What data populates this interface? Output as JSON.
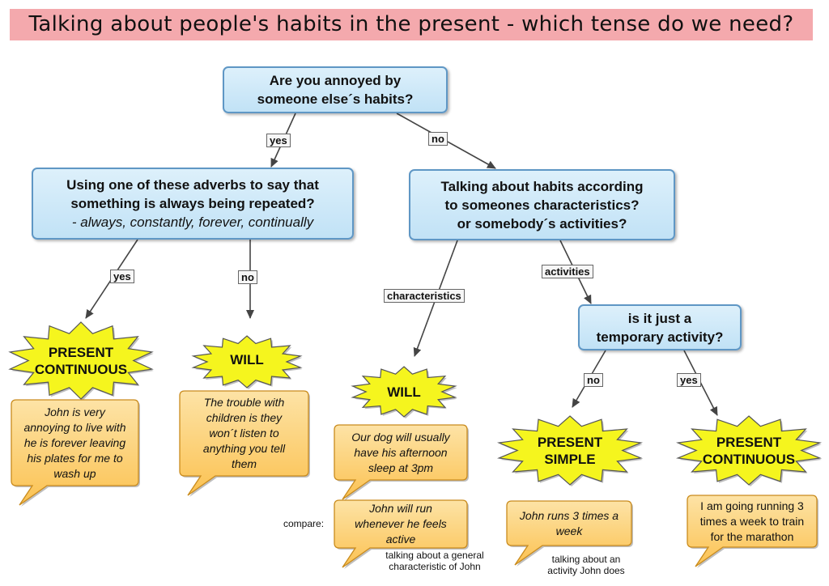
{
  "title": "Talking about people's habits in the present - which tense do we need?",
  "questions": {
    "q1": [
      "Are you annoyed by",
      "someone else´s habits?"
    ],
    "q2": [
      "Using one of these adverbs to say that",
      "something is always being repeated?"
    ],
    "q2_adverbs": "- always, constantly, forever, continually",
    "q3": [
      "Talking about habits according",
      "to someones characteristics?",
      "or somebody´s activities?"
    ],
    "q4": [
      "is it just a",
      "temporary activity?"
    ]
  },
  "labels": {
    "yes1": "yes",
    "no1": "no",
    "yes2": "yes",
    "no2": "no",
    "characteristics": "characteristics",
    "activities": "activities",
    "no3": "no",
    "yes3": "yes"
  },
  "answers": {
    "present_continuous_1": [
      "PRESENT",
      "CONTINUOUS"
    ],
    "will_1": "WILL",
    "will_2": "WILL",
    "present_simple": [
      "PRESENT",
      "SIMPLE"
    ],
    "present_continuous_2": [
      "PRESENT",
      "CONTINUOUS"
    ]
  },
  "examples": {
    "ex1": [
      "John is very",
      "annoying to live with",
      "he is forever leaving",
      "his plates for me to",
      "wash up"
    ],
    "ex2": [
      "The trouble with",
      "children is they",
      "won´t listen to",
      "anything you tell",
      "them"
    ],
    "ex3": [
      "Our dog will usually",
      "have his afternoon",
      "sleep at 3pm"
    ],
    "ex4": [
      "John will run",
      "whenever he feels",
      "active"
    ],
    "ex5": [
      "John runs 3 times a",
      "week"
    ],
    "ex6": [
      "I am going running 3",
      "times a week to train",
      "for the marathon"
    ]
  },
  "notes": {
    "compare": "compare:",
    "general": [
      "talking about a general",
      "characteristic of John"
    ],
    "activity": [
      "talking about an",
      "activity John does"
    ]
  },
  "colors": {
    "title_bg": "#f4a9ad",
    "question_border": "#5f97c5",
    "burst_fill": "#f5f51e",
    "bubble_fill": "#fbc252"
  }
}
